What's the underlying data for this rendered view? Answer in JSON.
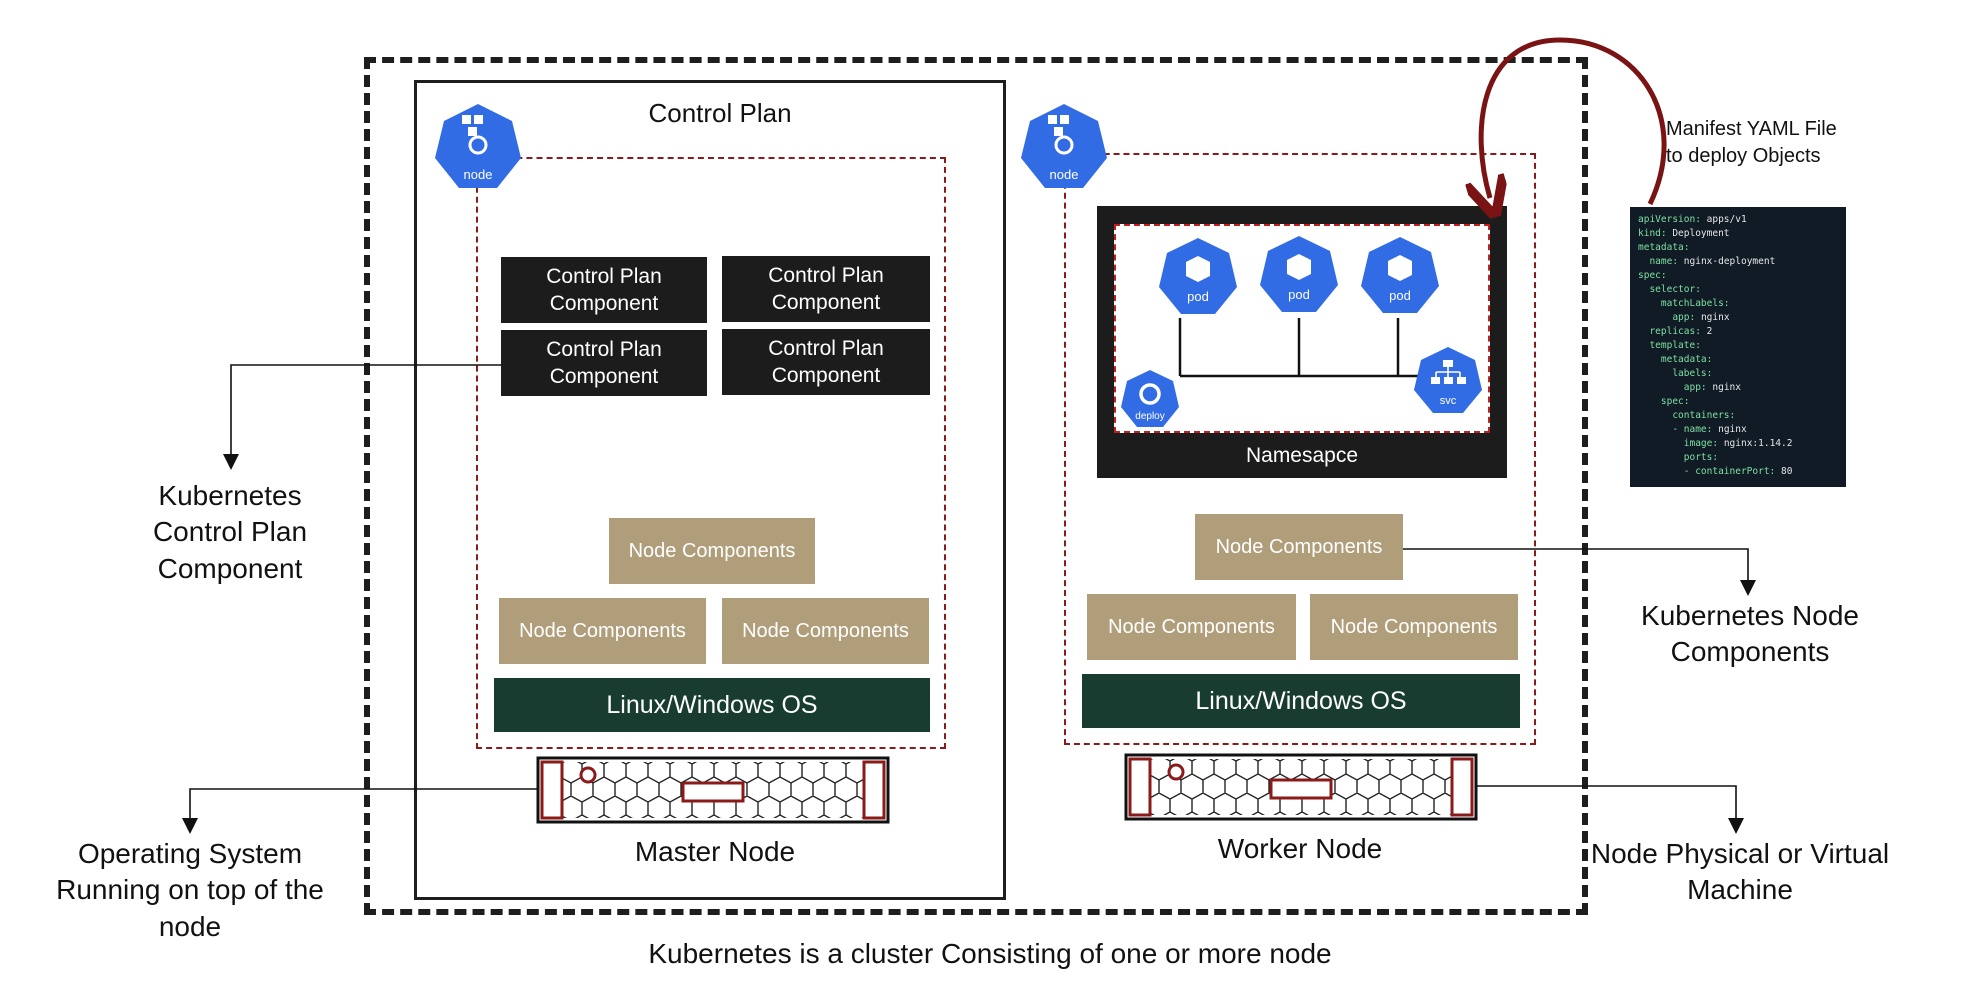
{
  "cluster_caption": "Kubernetes is a cluster Consisting of one or more node",
  "master": {
    "title": "Control Plan",
    "node_icon_label": "node",
    "control_components": [
      "Control Plan Component",
      "Control Plan Component",
      "Control Plan Component",
      "Control Plan Component"
    ],
    "node_components": [
      "Node Components",
      "Node Components",
      "Node Components"
    ],
    "os_label": "Linux/Windows OS",
    "machine_label": "Master Node"
  },
  "worker": {
    "node_icon_label": "node",
    "namespace_label": "Namesapce",
    "pod_labels": [
      "pod",
      "pod",
      "pod"
    ],
    "deploy_label": "deploy",
    "svc_label": "svc",
    "node_components": [
      "Node Components",
      "Node Components",
      "Node Components"
    ],
    "os_label": "Linux/Windows OS",
    "machine_label": "Worker Node"
  },
  "manifest": {
    "caption": "Manifest YAML File to deploy Objects",
    "yaml_lines": [
      {
        "key": "apiVersion:",
        "value": " apps/v1",
        "indent": 0
      },
      {
        "key": "kind:",
        "value": " Deployment",
        "indent": 0
      },
      {
        "key": "metadata:",
        "value": "",
        "indent": 0
      },
      {
        "key": "name:",
        "value": " nginx-deployment",
        "indent": 1
      },
      {
        "key": "spec:",
        "value": "",
        "indent": 0
      },
      {
        "key": "selector:",
        "value": "",
        "indent": 1
      },
      {
        "key": "matchLabels:",
        "value": "",
        "indent": 2
      },
      {
        "key": "app:",
        "value": " nginx",
        "indent": 3
      },
      {
        "key": "replicas:",
        "value": " 2",
        "indent": 1
      },
      {
        "key": "template:",
        "value": "",
        "indent": 1
      },
      {
        "key": "metadata:",
        "value": "",
        "indent": 2
      },
      {
        "key": "labels:",
        "value": "",
        "indent": 3
      },
      {
        "key": "app:",
        "value": " nginx",
        "indent": 4
      },
      {
        "key": "spec:",
        "value": "",
        "indent": 2
      },
      {
        "key": "containers:",
        "value": "",
        "indent": 3
      },
      {
        "key": "- name:",
        "value": " nginx",
        "indent": 3
      },
      {
        "key": "image:",
        "value": " nginx:1.14.2",
        "indent": 4
      },
      {
        "key": "ports:",
        "value": "",
        "indent": 4
      },
      {
        "key": "- containerPort:",
        "value": " 80",
        "indent": 4
      }
    ]
  },
  "callouts": {
    "control_plan": "Kubernetes Control Plan Component",
    "node_components": "Kubernetes Node Components",
    "os": "Operating System Running on top of the node",
    "machine": "Node Physical or Virtual Machine"
  },
  "colors": {
    "dark_block": "#1c1c1c",
    "tan_block": "#b09e7b",
    "os_block": "#183d30",
    "dashed_red": "#8b1a1a",
    "k8s_blue": "#326ce5"
  },
  "icons": [
    "kubernetes-node-icon",
    "pod-icon",
    "deploy-icon",
    "svc-icon",
    "server-icon"
  ]
}
